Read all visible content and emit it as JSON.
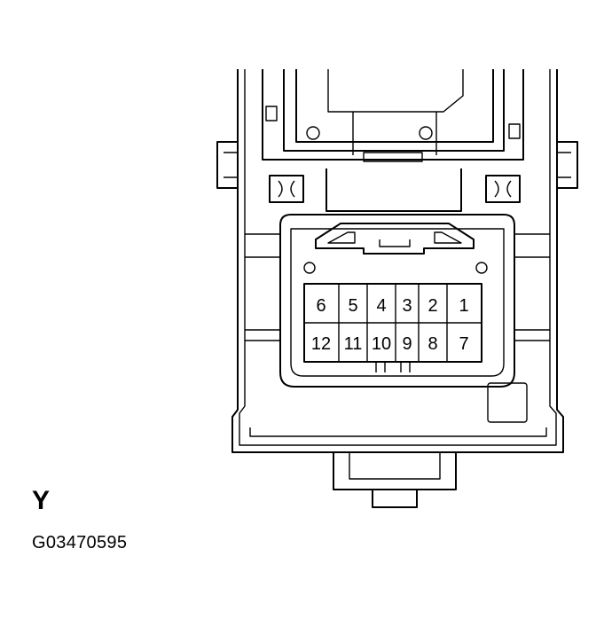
{
  "connector": {
    "view_letter": "Y",
    "figure_code": "G03470595",
    "pins_top_row": [
      "6",
      "5",
      "4",
      "3",
      "2",
      "1"
    ],
    "pins_bottom_row": [
      "12",
      "11",
      "10",
      "9",
      "8",
      "7"
    ]
  }
}
